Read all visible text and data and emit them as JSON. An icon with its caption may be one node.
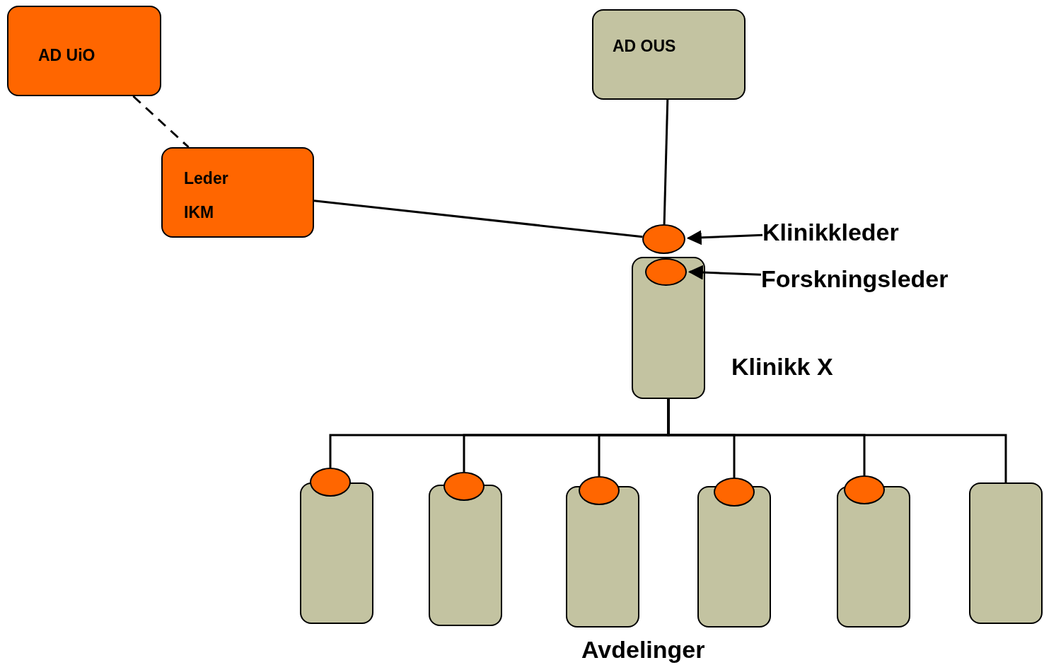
{
  "diagram": {
    "nodes": [
      {
        "text": [
          "AD UiO"
        ]
      },
      {
        "text": [
          "AD OUS"
        ]
      },
      {
        "text": [
          "Leder IKM"
        ]
      },
      {
        "text": [],
        "shape": "circle"
      },
      {
        "text": [
          "Klinikkleder"
        ]
      },
      {
        "text": [
          "Klinikk X"
        ]
      },
      {
        "text": [],
        "shape": "circle",
        "in": 5
      },
      {
        "text": [
          "Forskningsleder"
        ]
      },
      {
        "text": [],
        "shape": "circle"
      },
      {
        "text": [],
        "shape": "circle"
      },
      {
        "text": [],
        "shape": "circle"
      },
      {
        "text": [],
        "shape": "circle"
      },
      {
        "text": [],
        "shape": "circle"
      },
      {
        "text": [],
        "shape": "box"
      },
      {
        "text": [],
        "shape": "box"
      },
      {
        "text": [],
        "shape": "box"
      },
      {
        "text": [],
        "shape": "box"
      },
      {
        "text": [],
        "shape": "box"
      },
      {
        "text": [],
        "shape": "box"
      }
    ],
    "edges": [
      {
        "from": 0,
        "to": 2,
        "arrow": "none",
        "style": "dashed"
      },
      {
        "from": 2,
        "to": 3,
        "arrow": "none"
      },
      {
        "from": 1,
        "to": 3,
        "arrow": "none"
      },
      {
        "from": 4,
        "to": 3,
        "arrow": "to"
      },
      {
        "from": 7,
        "to": 6,
        "arrow": "to"
      },
      {
        "from": 5,
        "to": 8,
        "arrow": "none"
      },
      {
        "from": 5,
        "to": 9,
        "arrow": "none"
      },
      {
        "from": 5,
        "to": 10,
        "arrow": "none"
      },
      {
        "from": 5,
        "to": 11,
        "arrow": "none"
      },
      {
        "from": 5,
        "to": 12,
        "arrow": "none"
      },
      {
        "from": 5,
        "to": 18,
        "arrow": "none"
      }
    ],
    "labels": [
      "Avdelinger"
    ]
  }
}
